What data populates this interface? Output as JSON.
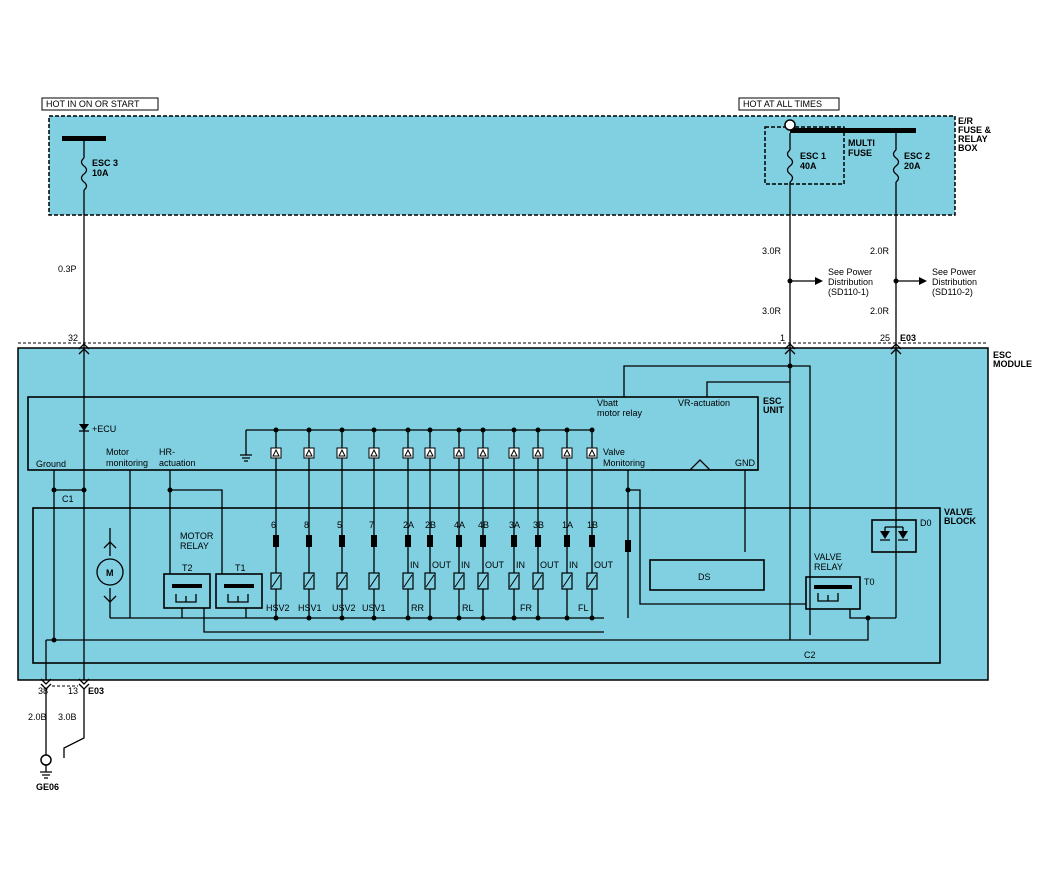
{
  "supply": {
    "hot_in_on_or_start": "HOT IN ON OR START",
    "hot_at_all_times": "HOT AT ALL TIMES"
  },
  "fuse_box": {
    "title": [
      "E/R",
      "FUSE &",
      "RELAY",
      "BOX"
    ],
    "esc3": [
      "ESC 3",
      "10A"
    ],
    "esc1": [
      "ESC 1",
      "40A"
    ],
    "multi_fuse": [
      "MULTI",
      "FUSE"
    ],
    "esc2": [
      "ESC 2",
      "20A"
    ]
  },
  "wires": {
    "w_03p": "0.3P",
    "w_30r_top": "3.0R",
    "w_30r_bottom": "3.0R",
    "w_20r_top": "2.0R",
    "w_20r_bottom": "2.0R",
    "w_20b": "2.0B",
    "w_30b": "3.0B"
  },
  "refs": {
    "power1": [
      "See Power",
      "Distribution",
      "(SD110-1)"
    ],
    "power2": [
      "See Power",
      "Distribution",
      "(SD110-2)"
    ]
  },
  "pins": {
    "p32": "32",
    "p1": "1",
    "p25": "25",
    "e03_top": "E03",
    "p38": "38",
    "p13": "13",
    "e03_bottom": "E03"
  },
  "esc_module": {
    "title": [
      "ESC",
      "MODULE"
    ],
    "esc_unit": [
      "ESC",
      "UNIT"
    ],
    "ecu": "+ECU",
    "ground": "Ground",
    "motor_monitoring": [
      "Motor",
      "monitoring"
    ],
    "hr_actuation": [
      "HR-",
      "actuation"
    ],
    "vbatt": [
      "Vbatt",
      "motor relay"
    ],
    "vr_actuation": "VR-actuation",
    "valve_monitoring": [
      "Valve",
      "Monitoring"
    ],
    "gnd": "GND",
    "c1": "C1",
    "c2": "C2"
  },
  "valve_block": {
    "title": [
      "VALVE",
      "BLOCK"
    ],
    "motor_relay": [
      "MOTOR",
      "RELAY"
    ],
    "t2": "T2",
    "t1": "T1",
    "motor": "M",
    "valve_nums": [
      "6",
      "8",
      "5",
      "7",
      "2A",
      "2B",
      "4A",
      "4B",
      "3A",
      "3B",
      "1A",
      "1B"
    ],
    "valve_io": [
      "",
      "",
      "",
      "",
      "IN",
      "OUT",
      "IN",
      "OUT",
      "IN",
      "OUT",
      "IN",
      "OUT"
    ],
    "valve_names": [
      "HSV2",
      "HSV1",
      "USV2",
      "USV1",
      "RR",
      "RL",
      "FR",
      "FL"
    ],
    "ds": "DS",
    "valve_relay": [
      "VALVE",
      "RELAY"
    ],
    "t0": "T0",
    "d0": "D0"
  },
  "ground_point": "GE06",
  "colors": {
    "fill": "#80d0e2",
    "line": "#000000"
  }
}
